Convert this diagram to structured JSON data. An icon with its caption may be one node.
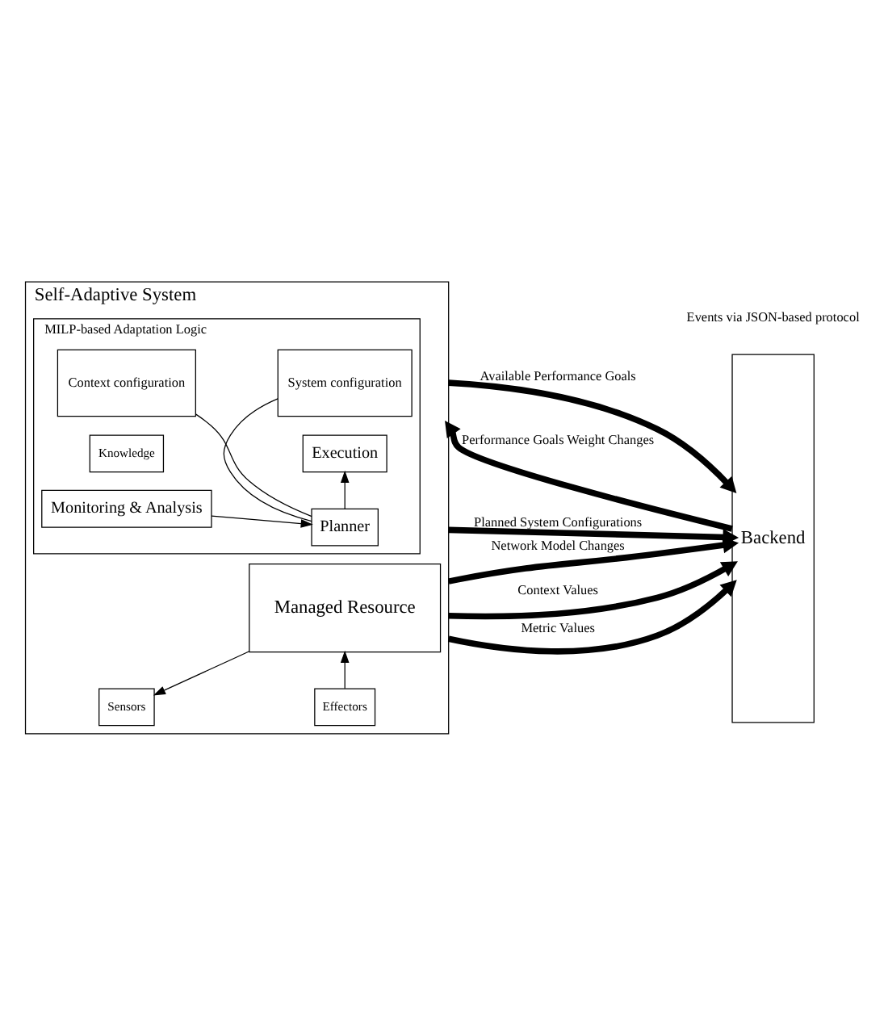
{
  "diagram": {
    "nodes": [
      {
        "text": [
          "Self-Adaptive System"
        ]
      },
      {
        "text": [
          "MILP-based Adaptation Logic"
        ],
        "in": 0
      },
      {
        "text": [
          "Context configuration"
        ],
        "in": 1
      },
      {
        "text": [
          "System configuration"
        ],
        "in": 1
      },
      {
        "text": [
          "Planner"
        ],
        "in": 1
      },
      {
        "text": [
          "Knowledge"
        ],
        "in": 1
      },
      {
        "text": [
          "Monitoring & Analysis"
        ],
        "in": 1
      },
      {
        "text": [
          "Execution"
        ],
        "in": 1
      },
      {
        "text": [
          "Sensors"
        ],
        "in": 0
      },
      {
        "text": [
          "Effectors"
        ],
        "in": 0
      },
      {
        "text": [
          "Managed Resource"
        ],
        "in": 0
      },
      {
        "text": [
          "Backend"
        ]
      }
    ],
    "edges": [
      {
        "from": 2,
        "to": 4,
        "arrow": "none"
      },
      {
        "from": 3,
        "to": 4,
        "arrow": "none"
      },
      {
        "from": 6,
        "to": 4,
        "arrow": "to"
      },
      {
        "from": 4,
        "to": 7,
        "arrow": "to"
      },
      {
        "from": 10,
        "to": 8,
        "arrow": "to"
      },
      {
        "from": 9,
        "to": 10,
        "arrow": "to"
      },
      {
        "from": 0,
        "to": 11,
        "arrow": "to",
        "label": "Available Performance Goals",
        "style": "thick"
      },
      {
        "from": 11,
        "to": 0,
        "arrow": "to",
        "label": "Performance Goals Weight Changes",
        "style": "thick"
      },
      {
        "from": 0,
        "to": 11,
        "arrow": "to",
        "label": "Planned System Configurations",
        "style": "thick"
      },
      {
        "from": 0,
        "to": 11,
        "arrow": "to",
        "label": "Network Model Changes",
        "style": "thick"
      },
      {
        "from": 0,
        "to": 11,
        "arrow": "to",
        "label": "Context Values",
        "style": "thick"
      },
      {
        "from": 0,
        "to": 11,
        "arrow": "to",
        "label": "Metric Values",
        "style": "thick"
      }
    ],
    "labels": [
      "Events via JSON-based protocol"
    ]
  }
}
